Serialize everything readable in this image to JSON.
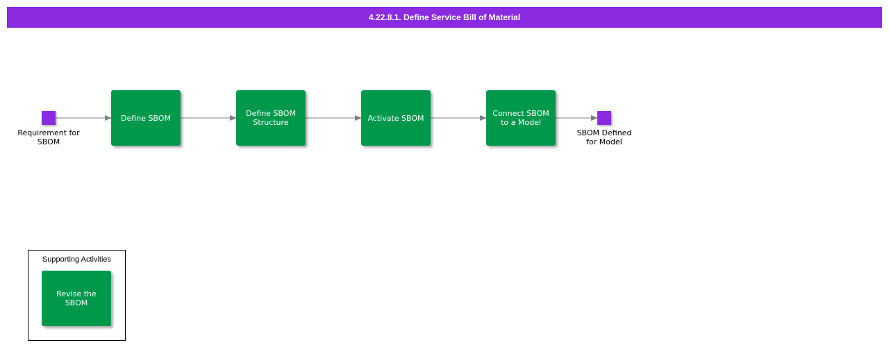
{
  "title": "4.22.8.1. Define Service Bill of Material",
  "colors": {
    "title_bar": "#8a2be2",
    "event": "#8a2be2",
    "activity": "#00994c",
    "connector": "#808080"
  },
  "start_event": {
    "label": "Requirement for SBOM"
  },
  "activities": [
    {
      "label": "Define SBOM"
    },
    {
      "label": "Define SBOM Structure"
    },
    {
      "label": "Activate SBOM"
    },
    {
      "label": "Connect SBOM to a Model"
    }
  ],
  "end_event": {
    "label": "SBOM Defined for Model"
  },
  "supporting": {
    "title": "Supporting Activities",
    "activities": [
      {
        "label": "Revise the SBOM"
      }
    ]
  }
}
